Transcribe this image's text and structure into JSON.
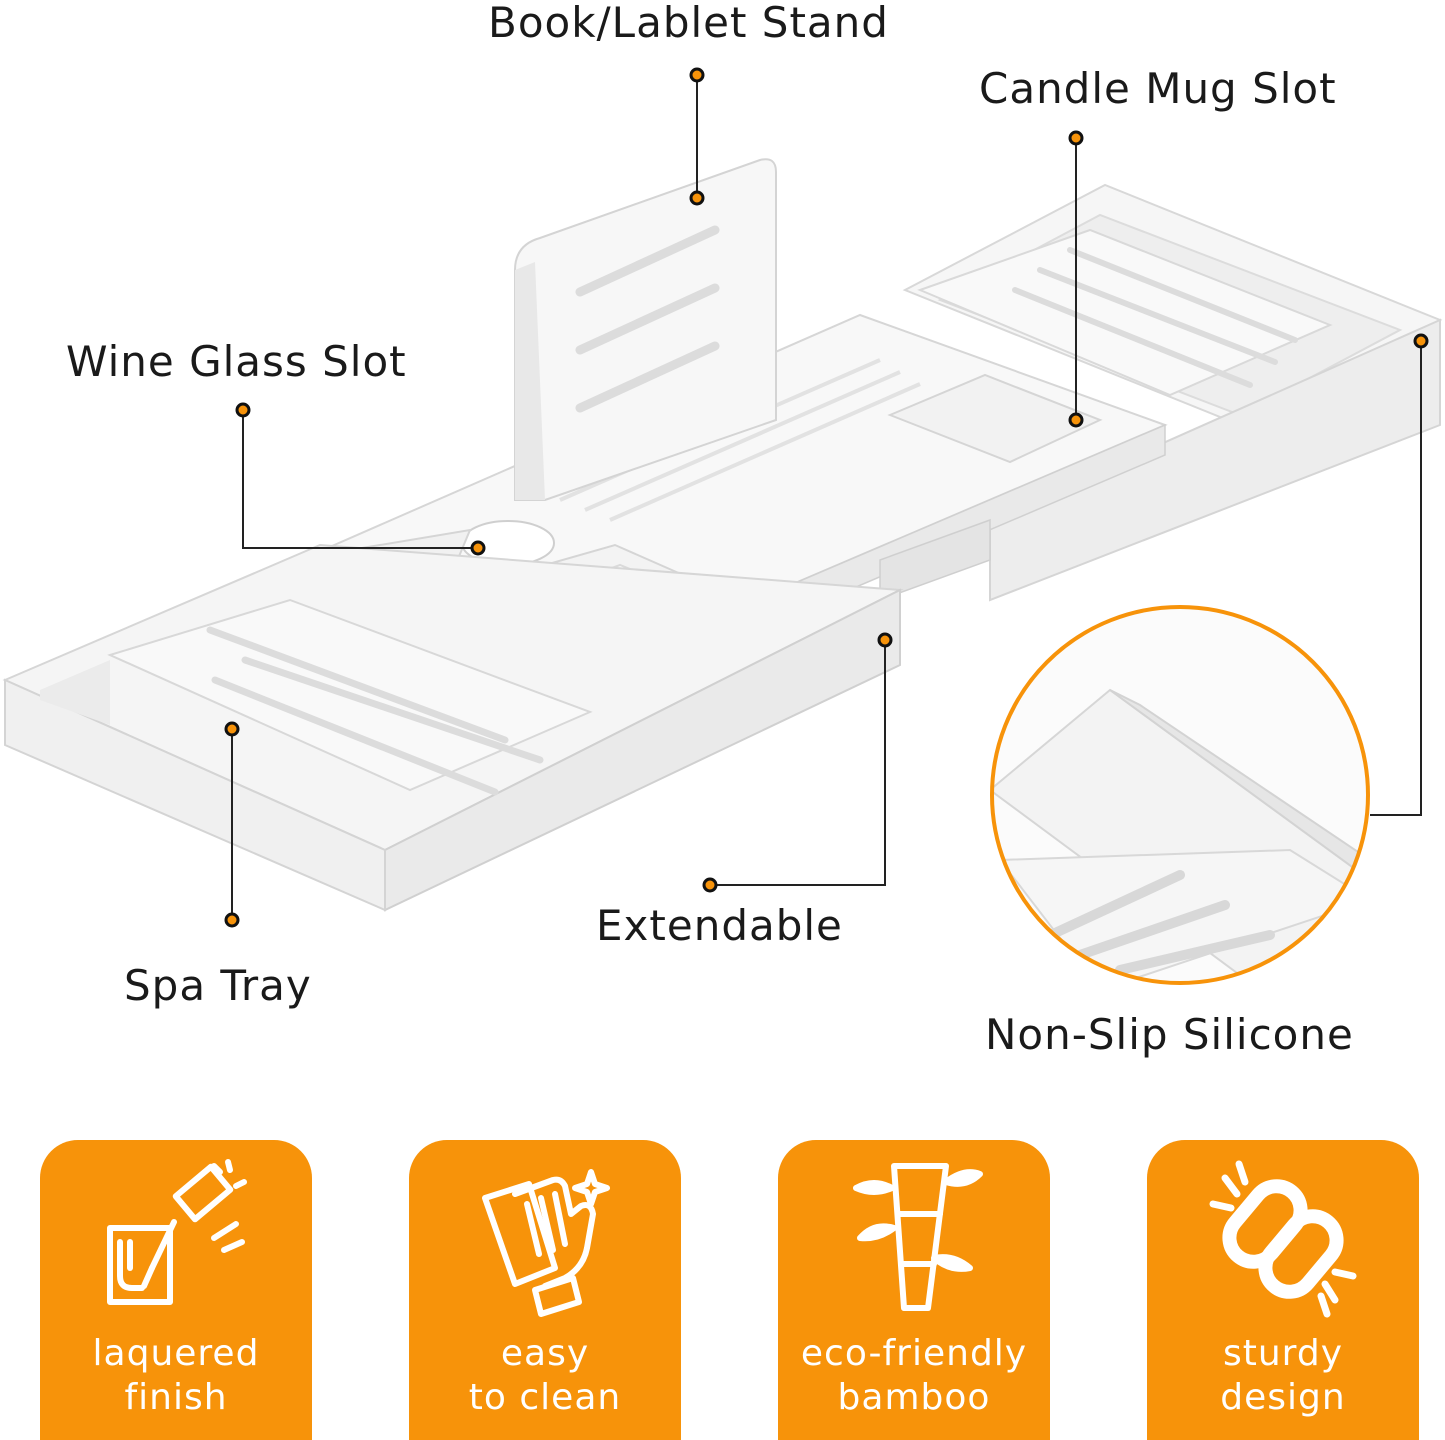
{
  "callouts": {
    "book_stand": "Book/Lablet Stand",
    "candle_mug": "Candle Mug Slot",
    "wine_glass": "Wine Glass Slot",
    "spa_tray": "Spa Tray",
    "extendable": "Extendable",
    "non_slip": "Non-Slip Silicone"
  },
  "features": [
    {
      "line1": "laquered",
      "line2": "finish",
      "icon": "paint-roller-icon"
    },
    {
      "line1": "easy",
      "line2": "to clean",
      "icon": "gloves-sparkle-icon"
    },
    {
      "line1": "eco-friendly",
      "line2": "bamboo",
      "icon": "bamboo-icon"
    },
    {
      "line1": "sturdy",
      "line2": "design",
      "icon": "chain-link-icon"
    }
  ],
  "colors": {
    "accent": "#f7930a",
    "leader": "#222222",
    "tray": "#ffffff"
  }
}
